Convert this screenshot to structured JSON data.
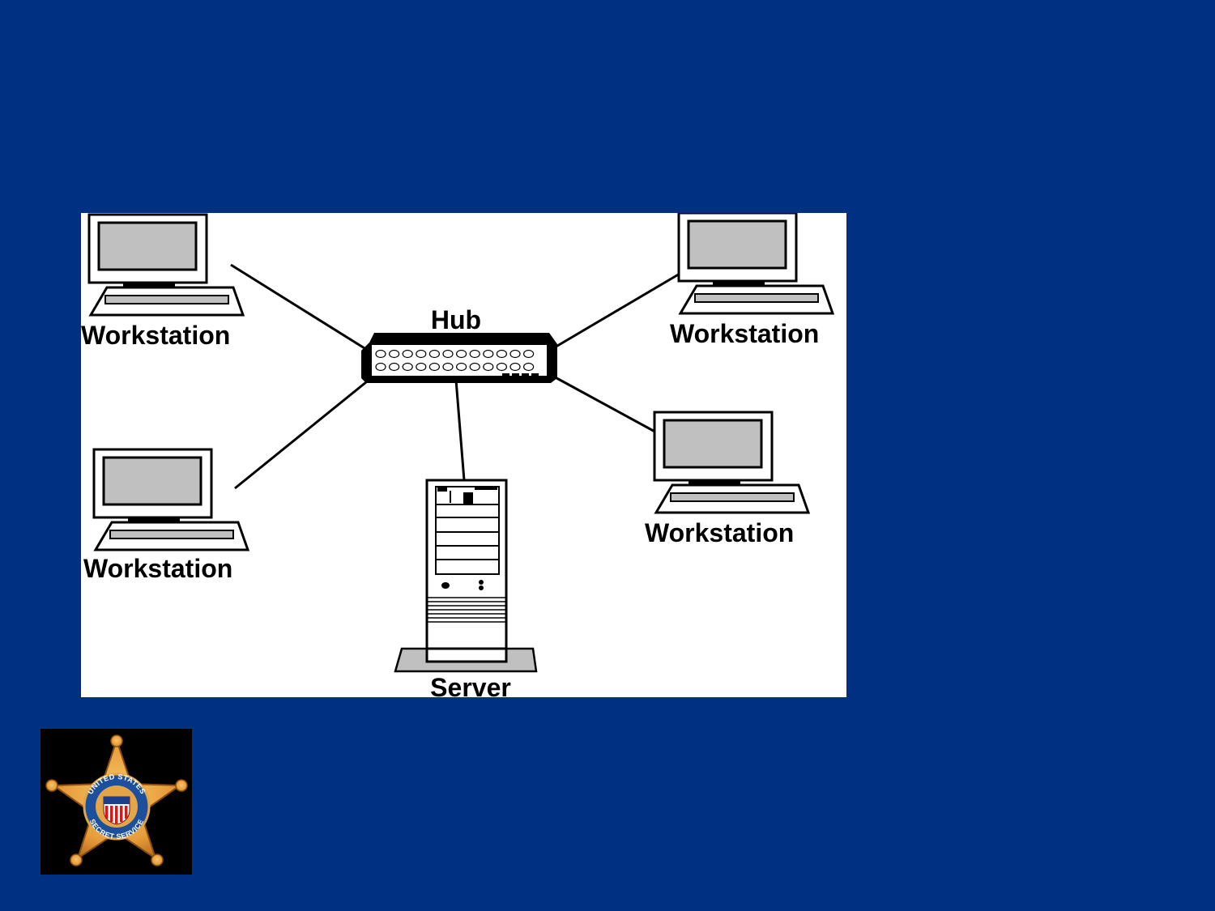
{
  "diagram": {
    "hub": {
      "label": "Hub"
    },
    "server": {
      "label": "Server"
    },
    "workstations": [
      {
        "label": "Workstation"
      },
      {
        "label": "Workstation"
      },
      {
        "label": "Workstation"
      },
      {
        "label": "Workstation"
      }
    ]
  },
  "badge": {
    "seal_text_top": "UNITED STATES",
    "seal_text_bottom": "SECRET SERVICE"
  },
  "colors": {
    "background": "#003082",
    "panel": "#ffffff",
    "screen": "#c0c0c0",
    "badge_gold": "#e79c3a"
  }
}
